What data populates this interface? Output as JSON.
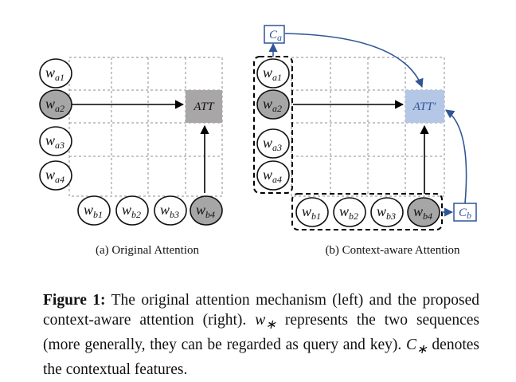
{
  "figure": {
    "left": {
      "row_nodes": [
        {
          "base": "w",
          "sub": "a1",
          "filled": false
        },
        {
          "base": "w",
          "sub": "a2",
          "filled": true
        },
        {
          "base": "w",
          "sub": "a3",
          "filled": false
        },
        {
          "base": "w",
          "sub": "a4",
          "filled": false
        }
      ],
      "col_nodes": [
        {
          "base": "w",
          "sub": "b1",
          "filled": false
        },
        {
          "base": "w",
          "sub": "b2",
          "filled": false
        },
        {
          "base": "w",
          "sub": "b3",
          "filled": false
        },
        {
          "base": "w",
          "sub": "b4",
          "filled": true
        }
      ],
      "att_label": "ATT",
      "caption": "(a) Original Attention"
    },
    "right": {
      "row_nodes": [
        {
          "base": "w",
          "sub": "a1",
          "filled": false
        },
        {
          "base": "w",
          "sub": "a2",
          "filled": true
        },
        {
          "base": "w",
          "sub": "a3",
          "filled": false
        },
        {
          "base": "w",
          "sub": "a4",
          "filled": false
        }
      ],
      "col_nodes": [
        {
          "base": "w",
          "sub": "b1",
          "filled": false
        },
        {
          "base": "w",
          "sub": "b2",
          "filled": false
        },
        {
          "base": "w",
          "sub": "b3",
          "filled": false
        },
        {
          "base": "w",
          "sub": "b4",
          "filled": true
        }
      ],
      "att_label": "ATT′",
      "context_a": {
        "base": "C",
        "sub": "a"
      },
      "context_b": {
        "base": "C",
        "sub": "b"
      },
      "caption": "(b) Context-aware Attention"
    },
    "colors": {
      "att_left": "#a8a6a6",
      "att_right": "#b4c7e7",
      "node_filled": "#a6a6a6",
      "context_blue": "#2f5597",
      "arrow_blue": "#2f5597"
    },
    "caption": {
      "label": "Figure 1:",
      "part1": " The original attention mechanism (left) and the proposed context-aware attention (right). ",
      "sym1_base": "w",
      "sym1_sub": "∗",
      "part2": " represents the two sequences (more generally, they can be regarded as query and key). ",
      "sym2_base": "C",
      "sym2_sub": "∗",
      "part3": " denotes the contextual features."
    }
  }
}
